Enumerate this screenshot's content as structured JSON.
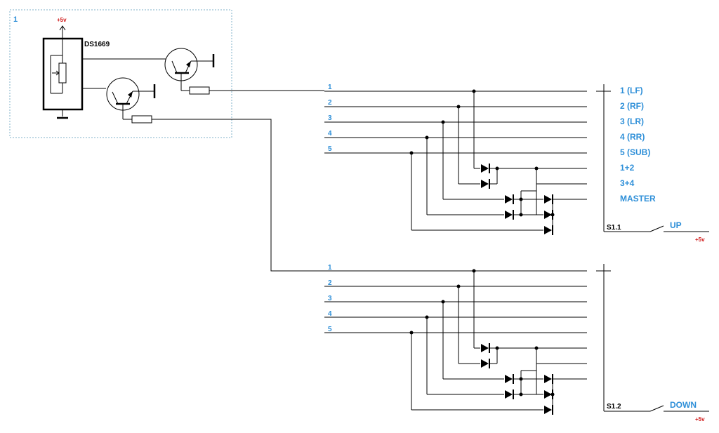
{
  "module": {
    "number": "1",
    "supply": "+5v",
    "chip": "DS1669"
  },
  "banks": [
    {
      "line_numbers": [
        "1",
        "2",
        "3",
        "4",
        "5"
      ],
      "switch": "S1.1",
      "action": "UP",
      "supply": "+5v"
    },
    {
      "line_numbers": [
        "1",
        "2",
        "3",
        "4",
        "5"
      ],
      "switch": "S1.2",
      "action": "DOWN",
      "supply": "+5v"
    }
  ],
  "channels": [
    "1 (LF)",
    "2 (RF)",
    "3 (LR)",
    "4 (RR)",
    "5 (SUB)",
    "1+2",
    "3+4",
    "MASTER"
  ],
  "colors": {
    "label": "#2e8fd8",
    "supply": "#d01818",
    "line": "#000000",
    "box": "#7fb0c8"
  }
}
